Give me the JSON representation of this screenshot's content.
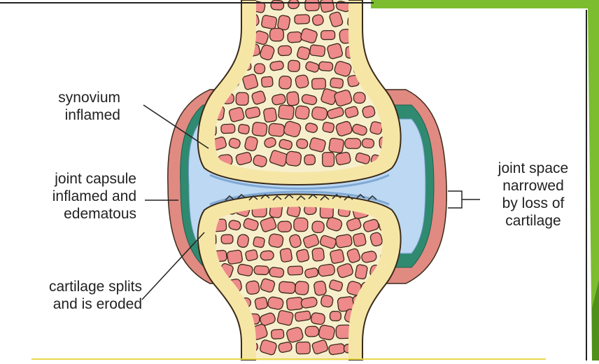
{
  "colors": {
    "slide_accent_green": "#7bbd2f",
    "slide_accent_dark_green": "#4f8f1c",
    "bone_cortex": "#f6e6a6",
    "bone_outline": "#3a2a1a",
    "marrow_background": "#f7efcc",
    "trabecula": "#ee8a8a",
    "joint_capsule": "#e08a82",
    "synovium": "#2f8a70",
    "joint_space_fluid": "#bcd8f2",
    "cartilage_line": "#8fb8e0",
    "frame_line": "#222222",
    "underline": "#e8d84a"
  },
  "labels": {
    "synovium": [
      "synovium",
      "inflamed"
    ],
    "capsule": [
      "joint capsule",
      "inflamed and",
      "edematous"
    ],
    "cartilage": [
      "cartilage splits",
      "and is eroded"
    ],
    "joint_space": [
      "joint space",
      "narrowed",
      "by loss of",
      "cartilage"
    ]
  }
}
